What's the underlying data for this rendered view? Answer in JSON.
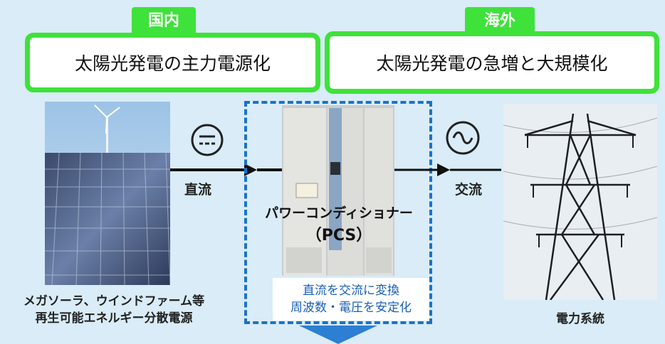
{
  "domestic": {
    "tab": "国内",
    "title": "太陽光発電の主力電源化"
  },
  "overseas": {
    "tab": "海外",
    "title": "太陽光発電の急増と大規模化"
  },
  "flow": {
    "dc_label": "直流",
    "ac_label": "交流"
  },
  "pcs": {
    "name_line1": "パワーコンディショナー",
    "name_line2": "（PCS）",
    "desc_line1": "直流を交流に変換",
    "desc_line2": "周波数・電圧を安定化"
  },
  "captions": {
    "source_line1": "メガソーラ、ウインドファーム等",
    "source_line2": "再生可能エネルギー分散電源",
    "grid": "電力系統"
  },
  "colors": {
    "accent_green": "#3ee23a",
    "pcs_blue": "#1a73c6",
    "arrow_down_blue": "#2d7fd3"
  }
}
